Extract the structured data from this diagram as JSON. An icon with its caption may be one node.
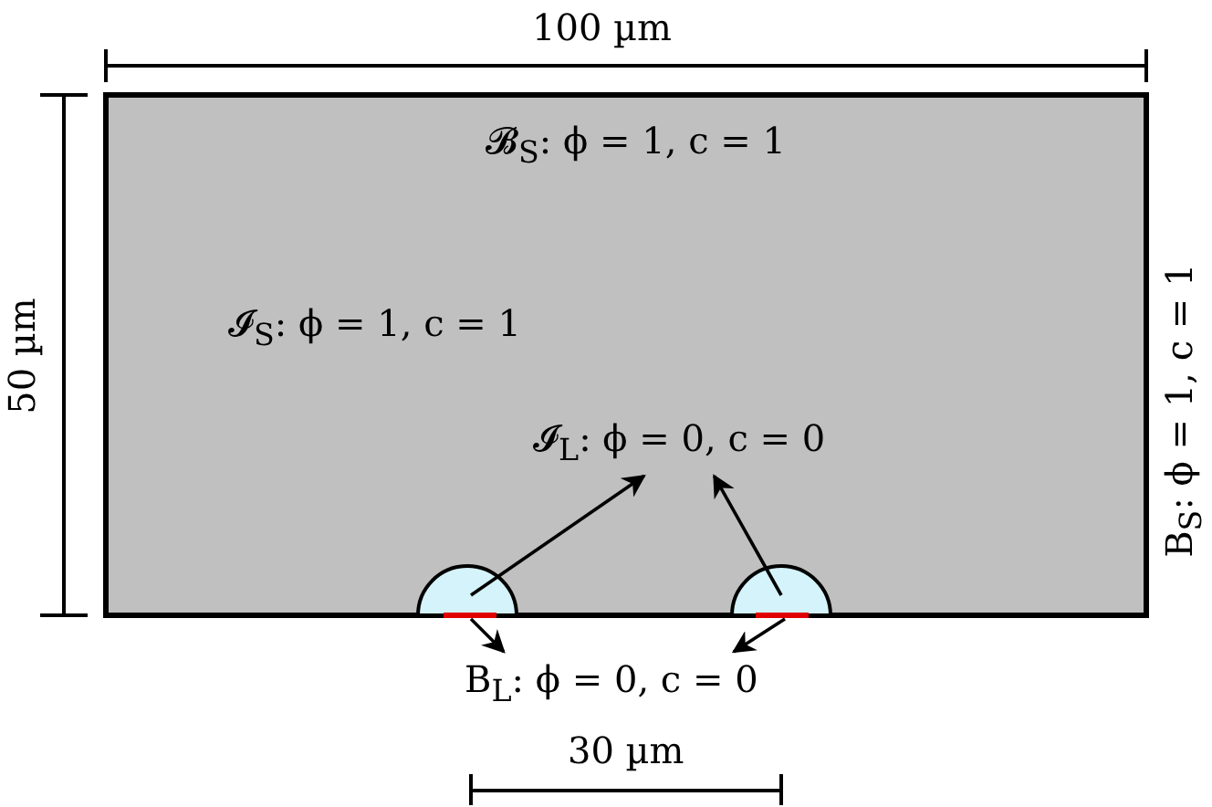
{
  "diagram": {
    "nodes": [
      {
        "text": [
          "𝓘$_{L}$: ϕ = 0, c = 0"
        ]
      },
      {
        "text": [],
        "shape": "semicircle"
      },
      {
        "text": [],
        "shape": "semicircle"
      },
      {
        "text": [],
        "shape": "bar"
      },
      {
        "text": [],
        "shape": "bar"
      },
      {
        "text": [
          "B$_{L}$: ϕ = 0, c = 0"
        ]
      }
    ],
    "edges": [
      {
        "from": 1,
        "to": 0,
        "arrow": "to"
      },
      {
        "from": 2,
        "to": 0,
        "arrow": "to"
      },
      {
        "from": 3,
        "to": 5,
        "arrow": "to"
      },
      {
        "from": 4,
        "to": 5,
        "arrow": "to"
      }
    ],
    "labels": [
      "100 µm",
      "𝓑$_{S}$: ϕ = 1, c = 1",
      "50 µm",
      "𝓘$_{S}$: ϕ = 1, c = 1",
      "B$_{S}$: ϕ = 1, c = 1",
      "30 µm"
    ]
  }
}
